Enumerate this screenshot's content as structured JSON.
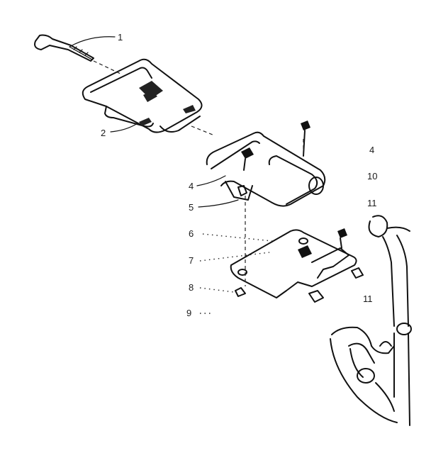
{
  "callouts": {
    "c1": "1",
    "c2": "2",
    "c4a": "4",
    "c5": "5",
    "c6": "6",
    "c7": "7",
    "c8": "8",
    "c9": "9",
    "c4b": "4",
    "c10": "10",
    "c11a": "11",
    "c11b": "11"
  }
}
